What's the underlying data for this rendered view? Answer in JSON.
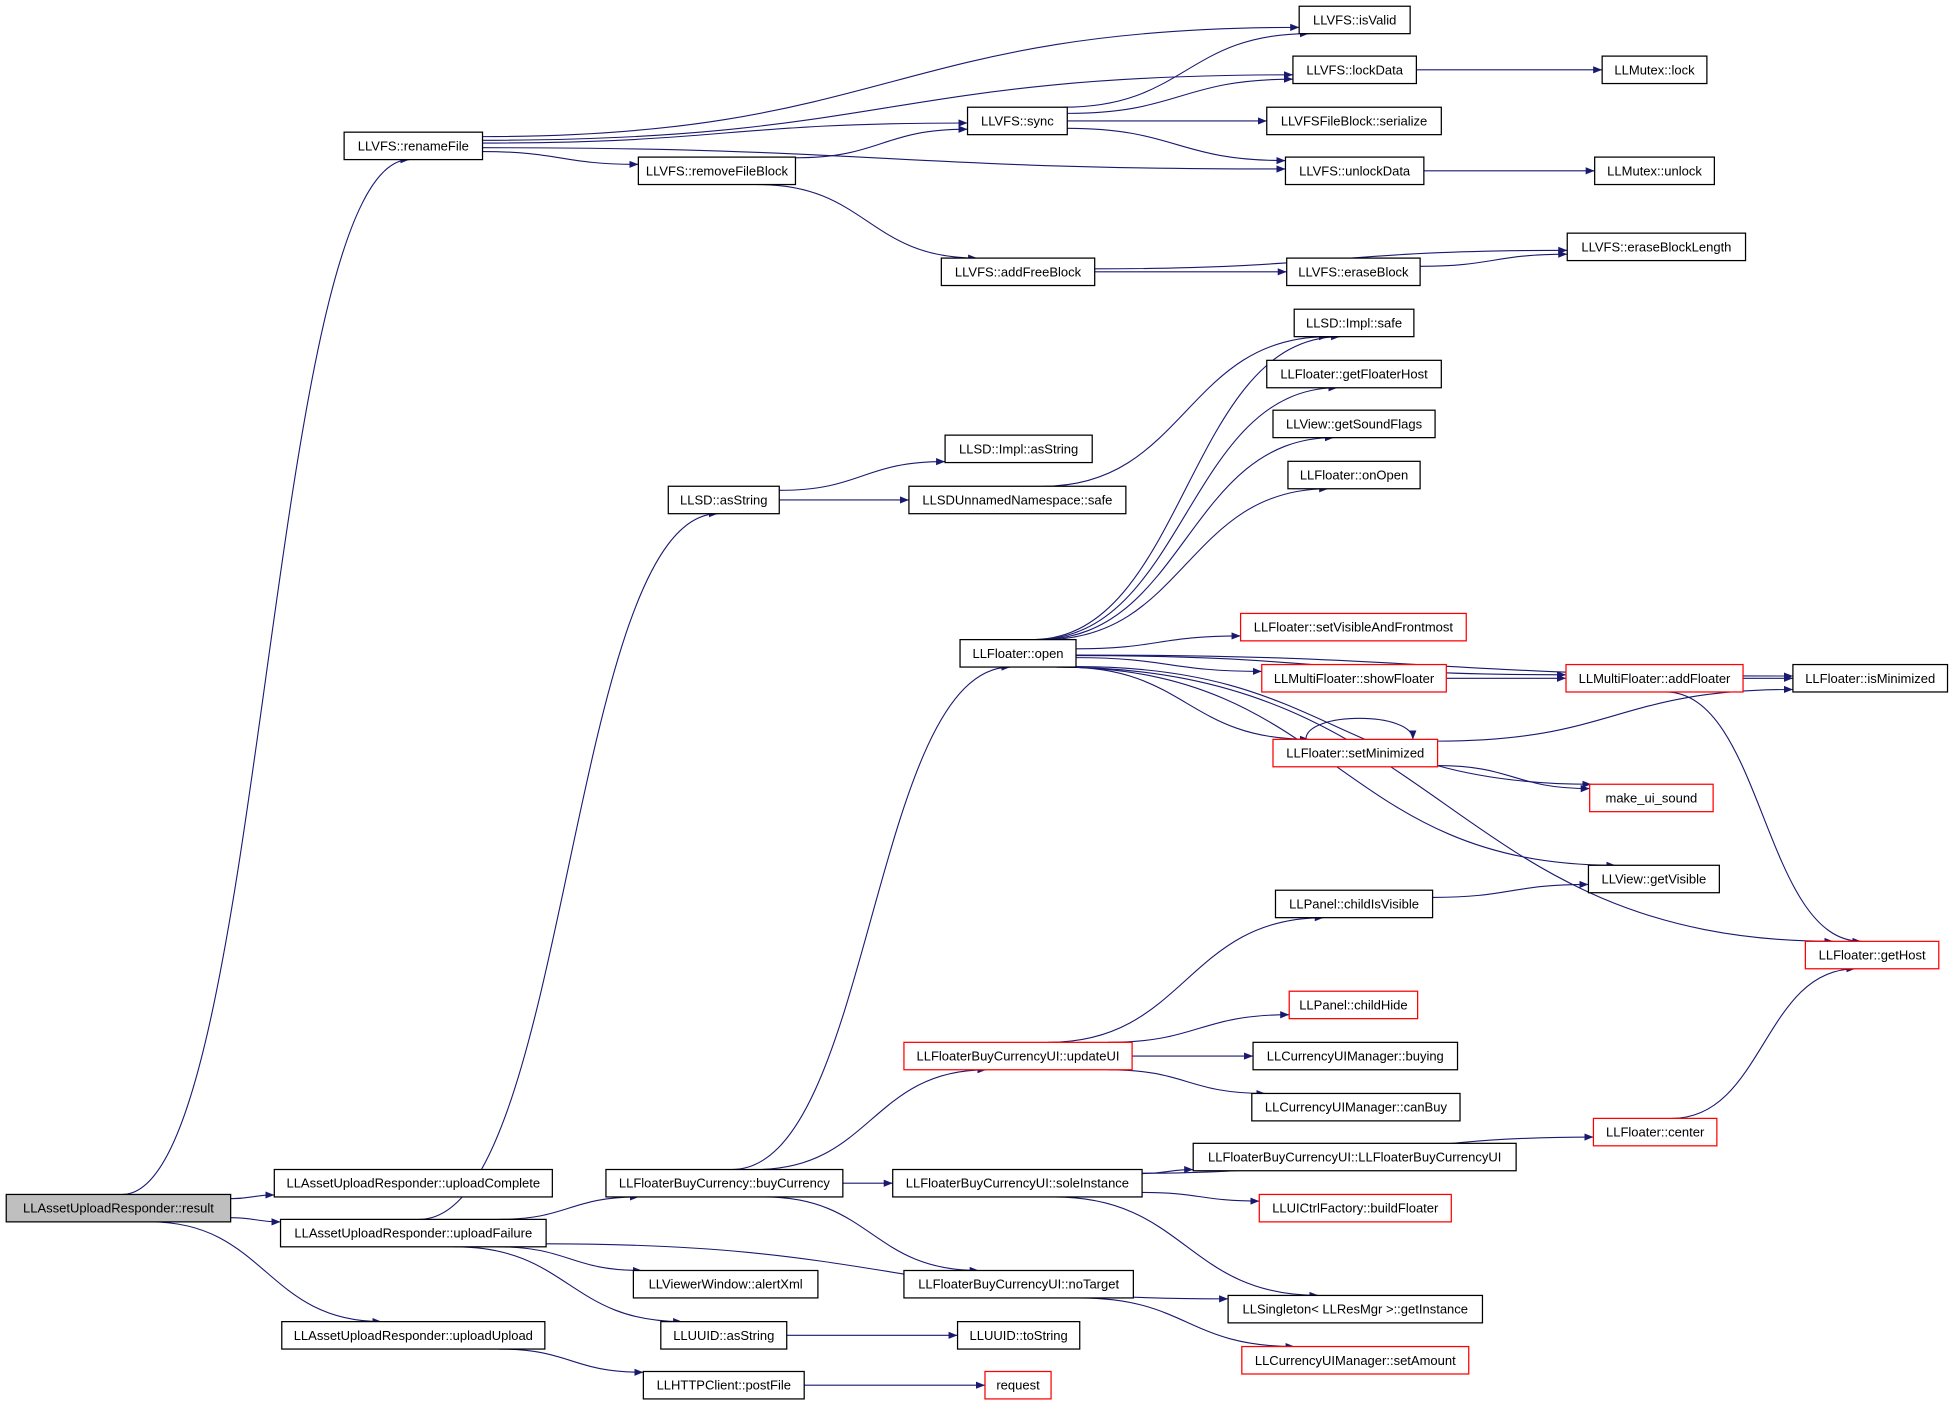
{
  "colors": {
    "edge": "#191970",
    "border_default": "#000000",
    "border_highlight": "#ff0000",
    "root_fill": "#bfbfbf",
    "node_fill": "#ffffff",
    "label": "#000000"
  },
  "nodes": [
    {
      "id": "n0",
      "label": "LLAssetUploadResponder::result",
      "style": "root"
    },
    {
      "id": "n1",
      "label": "LLVFS::renameFile",
      "style": "black"
    },
    {
      "id": "n2",
      "label": "LLVFS::isValid",
      "style": "black"
    },
    {
      "id": "n3",
      "label": "LLVFS::lockData",
      "style": "black"
    },
    {
      "id": "n4",
      "label": "LLMutex::lock",
      "style": "black"
    },
    {
      "id": "n5",
      "label": "LLVFS::sync",
      "style": "black"
    },
    {
      "id": "n6",
      "label": "LLVFSFileBlock::serialize",
      "style": "black"
    },
    {
      "id": "n7",
      "label": "LLVFS::removeFileBlock",
      "style": "black"
    },
    {
      "id": "n8",
      "label": "LLVFS::unlockData",
      "style": "black"
    },
    {
      "id": "n9",
      "label": "LLMutex::unlock",
      "style": "black"
    },
    {
      "id": "n10",
      "label": "LLVFS::eraseBlockLength",
      "style": "black"
    },
    {
      "id": "n11",
      "label": "LLVFS::addFreeBlock",
      "style": "black"
    },
    {
      "id": "n12",
      "label": "LLVFS::eraseBlock",
      "style": "black"
    },
    {
      "id": "n13",
      "label": "LLSD::Impl::safe",
      "style": "black"
    },
    {
      "id": "n14",
      "label": "LLFloater::getFloaterHost",
      "style": "black"
    },
    {
      "id": "n15",
      "label": "LLView::getSoundFlags",
      "style": "black"
    },
    {
      "id": "n16",
      "label": "LLSD::Impl::asString",
      "style": "black"
    },
    {
      "id": "n17",
      "label": "LLFloater::onOpen",
      "style": "black"
    },
    {
      "id": "n18",
      "label": "LLSD::asString",
      "style": "black"
    },
    {
      "id": "n19",
      "label": "LLSDUnnamedNamespace::safe",
      "style": "black"
    },
    {
      "id": "n20",
      "label": "LLFloater::setVisibleAndFrontmost",
      "style": "red"
    },
    {
      "id": "n21",
      "label": "LLFloater::open",
      "style": "black"
    },
    {
      "id": "n22",
      "label": "LLMultiFloater::showFloater",
      "style": "red"
    },
    {
      "id": "n23",
      "label": "LLMultiFloater::addFloater",
      "style": "red"
    },
    {
      "id": "n24",
      "label": "LLFloater::isMinimized",
      "style": "black"
    },
    {
      "id": "n25",
      "label": "LLFloater::setMinimized",
      "style": "red"
    },
    {
      "id": "n26",
      "label": "make_ui_sound",
      "style": "red"
    },
    {
      "id": "n27",
      "label": "LLView::getVisible",
      "style": "black"
    },
    {
      "id": "n28",
      "label": "LLPanel::childIsVisible",
      "style": "black"
    },
    {
      "id": "n29",
      "label": "LLFloater::getHost",
      "style": "red"
    },
    {
      "id": "n30",
      "label": "LLPanel::childHide",
      "style": "red"
    },
    {
      "id": "n31",
      "label": "LLFloaterBuyCurrencyUI::updateUI",
      "style": "red"
    },
    {
      "id": "n32",
      "label": "LLCurrencyUIManager::buying",
      "style": "black"
    },
    {
      "id": "n33",
      "label": "LLCurrencyUIManager::canBuy",
      "style": "black"
    },
    {
      "id": "n34",
      "label": "LLFloater::center",
      "style": "red"
    },
    {
      "id": "n35",
      "label": "LLFloaterBuyCurrencyUI::LLFloaterBuyCurrencyUI",
      "style": "black"
    },
    {
      "id": "n36",
      "label": "LLAssetUploadResponder::uploadComplete",
      "style": "black"
    },
    {
      "id": "n37",
      "label": "LLFloaterBuyCurrency::buyCurrency",
      "style": "black"
    },
    {
      "id": "n38",
      "label": "LLFloaterBuyCurrencyUI::soleInstance",
      "style": "black"
    },
    {
      "id": "n39",
      "label": "LLUICtrlFactory::buildFloater",
      "style": "red"
    },
    {
      "id": "n40",
      "label": "LLAssetUploadResponder::uploadFailure",
      "style": "black"
    },
    {
      "id": "n41",
      "label": "LLViewerWindow::alertXml",
      "style": "black"
    },
    {
      "id": "n42",
      "label": "LLFloaterBuyCurrencyUI::noTarget",
      "style": "black"
    },
    {
      "id": "n43",
      "label": "LLSingleton< LLResMgr >::getInstance",
      "style": "black"
    },
    {
      "id": "n44",
      "label": "LLAssetUploadResponder::uploadUpload",
      "style": "black"
    },
    {
      "id": "n45",
      "label": "LLUUID::asString",
      "style": "black"
    },
    {
      "id": "n46",
      "label": "LLUUID::toString",
      "style": "black"
    },
    {
      "id": "n47",
      "label": "LLCurrencyUIManager::setAmount",
      "style": "red"
    },
    {
      "id": "n48",
      "label": "LLHTTPClient::postFile",
      "style": "black"
    },
    {
      "id": "n49",
      "label": "request",
      "style": "red"
    }
  ],
  "edges": [
    [
      "n0",
      "n1"
    ],
    [
      "n0",
      "n36"
    ],
    [
      "n0",
      "n40"
    ],
    [
      "n0",
      "n44"
    ],
    [
      "n1",
      "n2"
    ],
    [
      "n1",
      "n3"
    ],
    [
      "n1",
      "n5"
    ],
    [
      "n1",
      "n7"
    ],
    [
      "n1",
      "n8"
    ],
    [
      "n3",
      "n4"
    ],
    [
      "n5",
      "n2"
    ],
    [
      "n5",
      "n3"
    ],
    [
      "n5",
      "n6"
    ],
    [
      "n5",
      "n8"
    ],
    [
      "n7",
      "n5"
    ],
    [
      "n7",
      "n11"
    ],
    [
      "n8",
      "n9"
    ],
    [
      "n11",
      "n10"
    ],
    [
      "n11",
      "n12"
    ],
    [
      "n12",
      "n10"
    ],
    [
      "n18",
      "n16"
    ],
    [
      "n18",
      "n19"
    ],
    [
      "n19",
      "n13"
    ],
    [
      "n21",
      "n13"
    ],
    [
      "n21",
      "n14"
    ],
    [
      "n21",
      "n15"
    ],
    [
      "n21",
      "n17"
    ],
    [
      "n21",
      "n20"
    ],
    [
      "n21",
      "n22"
    ],
    [
      "n21",
      "n23"
    ],
    [
      "n21",
      "n24"
    ],
    [
      "n21",
      "n25"
    ],
    [
      "n21",
      "n26"
    ],
    [
      "n21",
      "n27"
    ],
    [
      "n21",
      "n29"
    ],
    [
      "n22",
      "n23"
    ],
    [
      "n23",
      "n24"
    ],
    [
      "n23",
      "n29"
    ],
    [
      "n25",
      "n25"
    ],
    [
      "n25",
      "n24"
    ],
    [
      "n25",
      "n26"
    ],
    [
      "n28",
      "n27"
    ],
    [
      "n31",
      "n28"
    ],
    [
      "n31",
      "n30"
    ],
    [
      "n31",
      "n32"
    ],
    [
      "n31",
      "n33"
    ],
    [
      "n34",
      "n29"
    ],
    [
      "n37",
      "n21"
    ],
    [
      "n37",
      "n31"
    ],
    [
      "n37",
      "n38"
    ],
    [
      "n37",
      "n42"
    ],
    [
      "n38",
      "n35"
    ],
    [
      "n38",
      "n39"
    ],
    [
      "n38",
      "n34"
    ],
    [
      "n38",
      "n43"
    ],
    [
      "n40",
      "n18"
    ],
    [
      "n40",
      "n37"
    ],
    [
      "n40",
      "n41"
    ],
    [
      "n40",
      "n45"
    ],
    [
      "n40",
      "n43"
    ],
    [
      "n42",
      "n47"
    ],
    [
      "n44",
      "n48"
    ],
    [
      "n45",
      "n46"
    ],
    [
      "n48",
      "n49"
    ]
  ]
}
